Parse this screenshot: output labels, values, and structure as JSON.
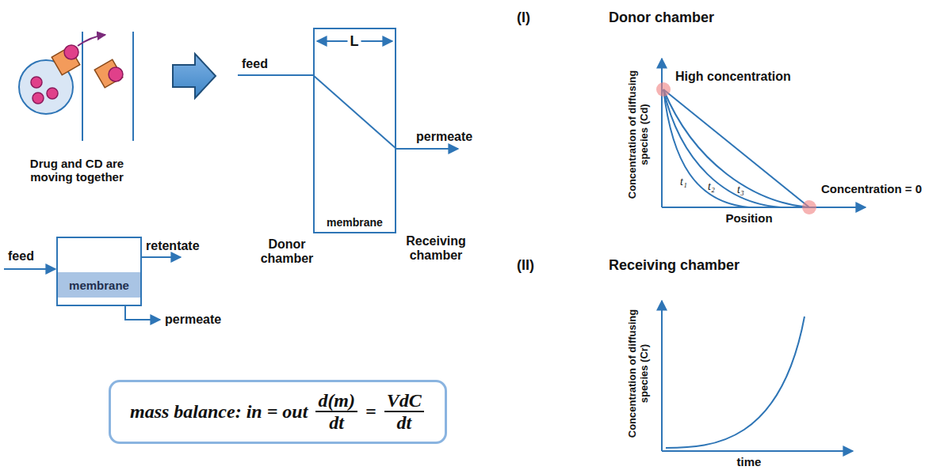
{
  "diagram": {
    "nodes": [
      {
        "text": [
          "membrane"
        ]
      },
      {
        "text": [
          "membrane"
        ]
      },
      {
        "text": [
          "mass balance: in = out",
          "d(m)",
          "dt",
          "=",
          "VdC",
          "dt"
        ]
      }
    ],
    "labels": [
      "Drug and CD are moving together",
      "L",
      "feed",
      "permeate",
      "Donor chamber",
      "Receiving chamber",
      "feed",
      "retentate",
      "permeate",
      "(I)",
      "Donor chamber",
      "High concentration",
      "Concentration of diffusing species (Cd)",
      "t₁",
      "t₂",
      "t₃",
      "Position",
      "Concentration = 0",
      "(II)",
      "Receiving chamber",
      "Concentration of diffusing species (Cr)",
      "time"
    ]
  }
}
